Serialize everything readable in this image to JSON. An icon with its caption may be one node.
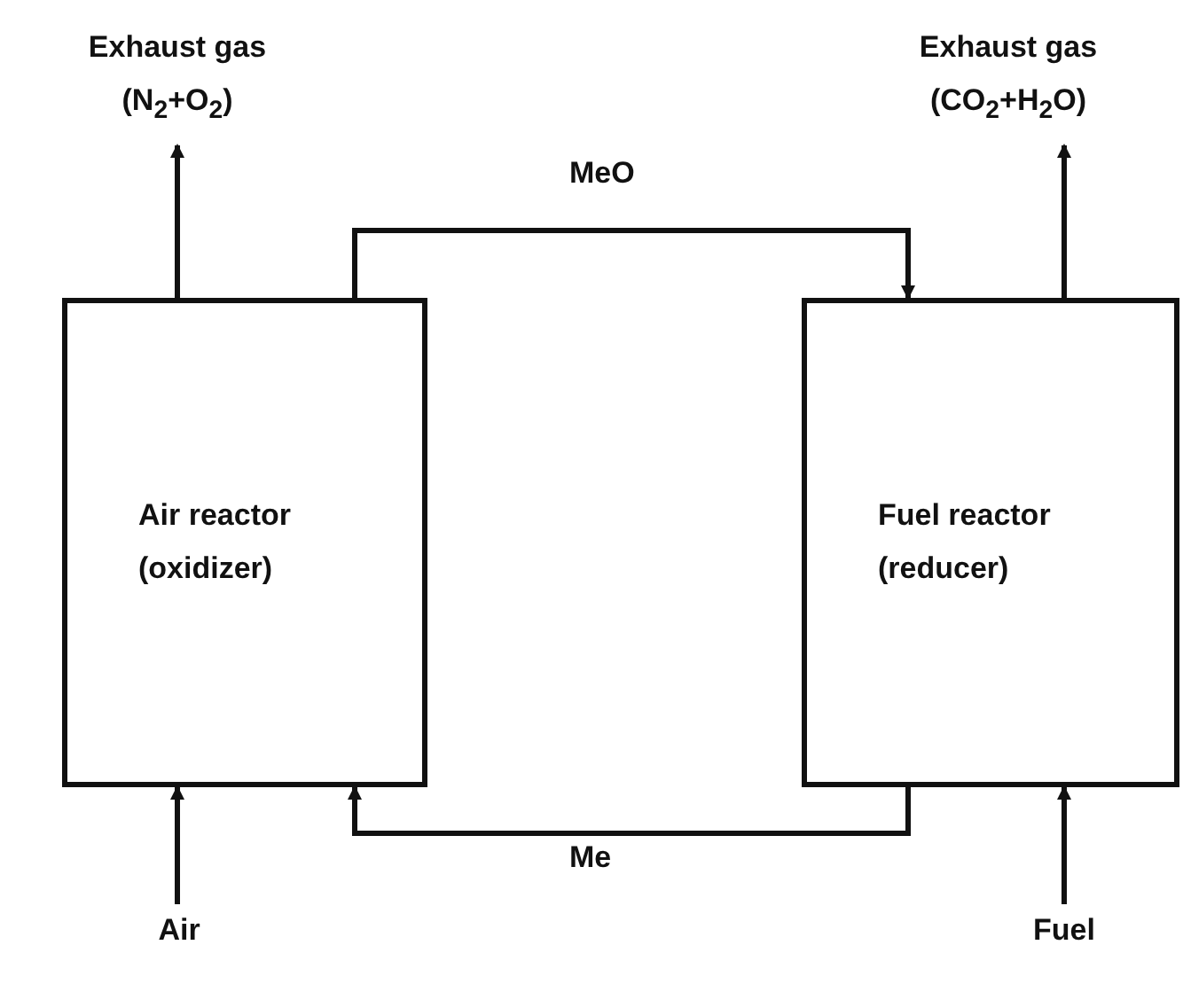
{
  "diagram": {
    "nodes": [
      {
        "text": [
          "Air reactor",
          "(oxidizer)"
        ]
      },
      {
        "text": [
          "Fuel reactor",
          "(reducer)"
        ]
      },
      {
        "text": [
          "Exhaust gas",
          "(N$_{2}$+O$_{2}$)"
        ]
      },
      {
        "text": [
          "Exhaust gas",
          "(CO$_{2}$+H$_{2}$O)"
        ]
      },
      {
        "text": [
          "Air"
        ]
      },
      {
        "text": [
          "Fuel"
        ]
      }
    ],
    "edges": [
      {
        "from": 0,
        "to": 2,
        "arrow": "to"
      },
      {
        "from": 1,
        "to": 3,
        "arrow": "to"
      },
      {
        "from": 0,
        "to": 1,
        "arrow": "to",
        "label": "MeO"
      },
      {
        "from": 1,
        "to": 0,
        "arrow": "to",
        "label": "Me"
      },
      {
        "from": 4,
        "to": 0,
        "arrow": "to"
      },
      {
        "from": 5,
        "to": 1,
        "arrow": "to"
      }
    ]
  }
}
